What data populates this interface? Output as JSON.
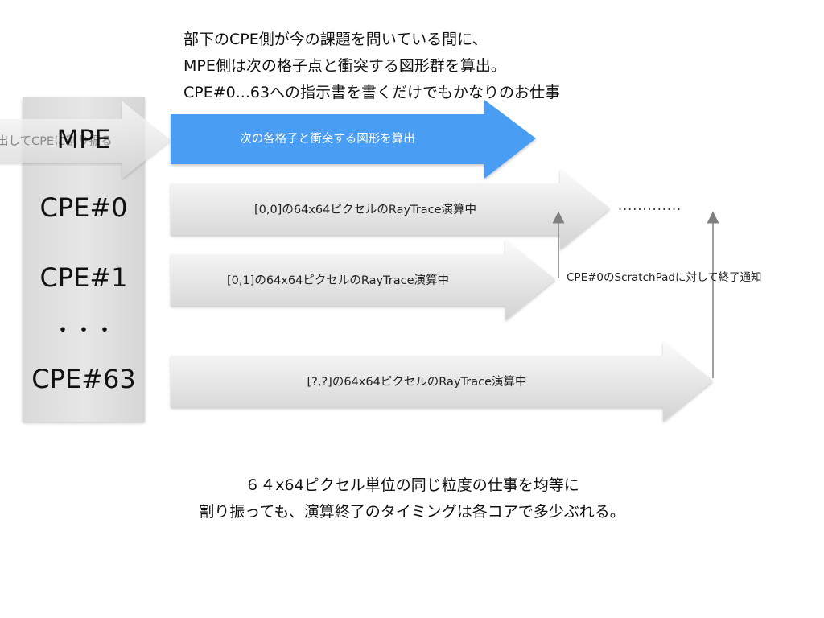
{
  "header": {
    "lines": [
      "部下のCPE側が今の課題を問いている間に、",
      "MPE側は次の格子点と衝突する図形群を算出。",
      "CPE#0...63への指示書を書くだけでもかなりのお仕事"
    ]
  },
  "left_arrow": {
    "label": "出してCPEに割り振る"
  },
  "processors": [
    "MPE",
    "CPE#0",
    "CPE#1",
    "・・・",
    "CPE#63"
  ],
  "tasks": [
    {
      "label": "次の各格子と衝突する図形を算出",
      "color": "#4a9ef3"
    },
    {
      "label": "[0,0]の64x64ピクセルのRayTrace演算中"
    },
    {
      "label": "[0,1]の64x64ピクセルのRayTrace演算中"
    },
    {
      "label": "[?,?]の64x64ピクセルのRayTrace演算中"
    }
  ],
  "dots": ".............",
  "notify": {
    "label": "CPE#0のScratchPadに対して終了通知"
  },
  "footer": {
    "lines": [
      "６４x64ピクセル単位の同じ粒度の仕事を均等に",
      "割り振っても、演算終了のタイミングは各コアで多少ぶれる。"
    ]
  }
}
